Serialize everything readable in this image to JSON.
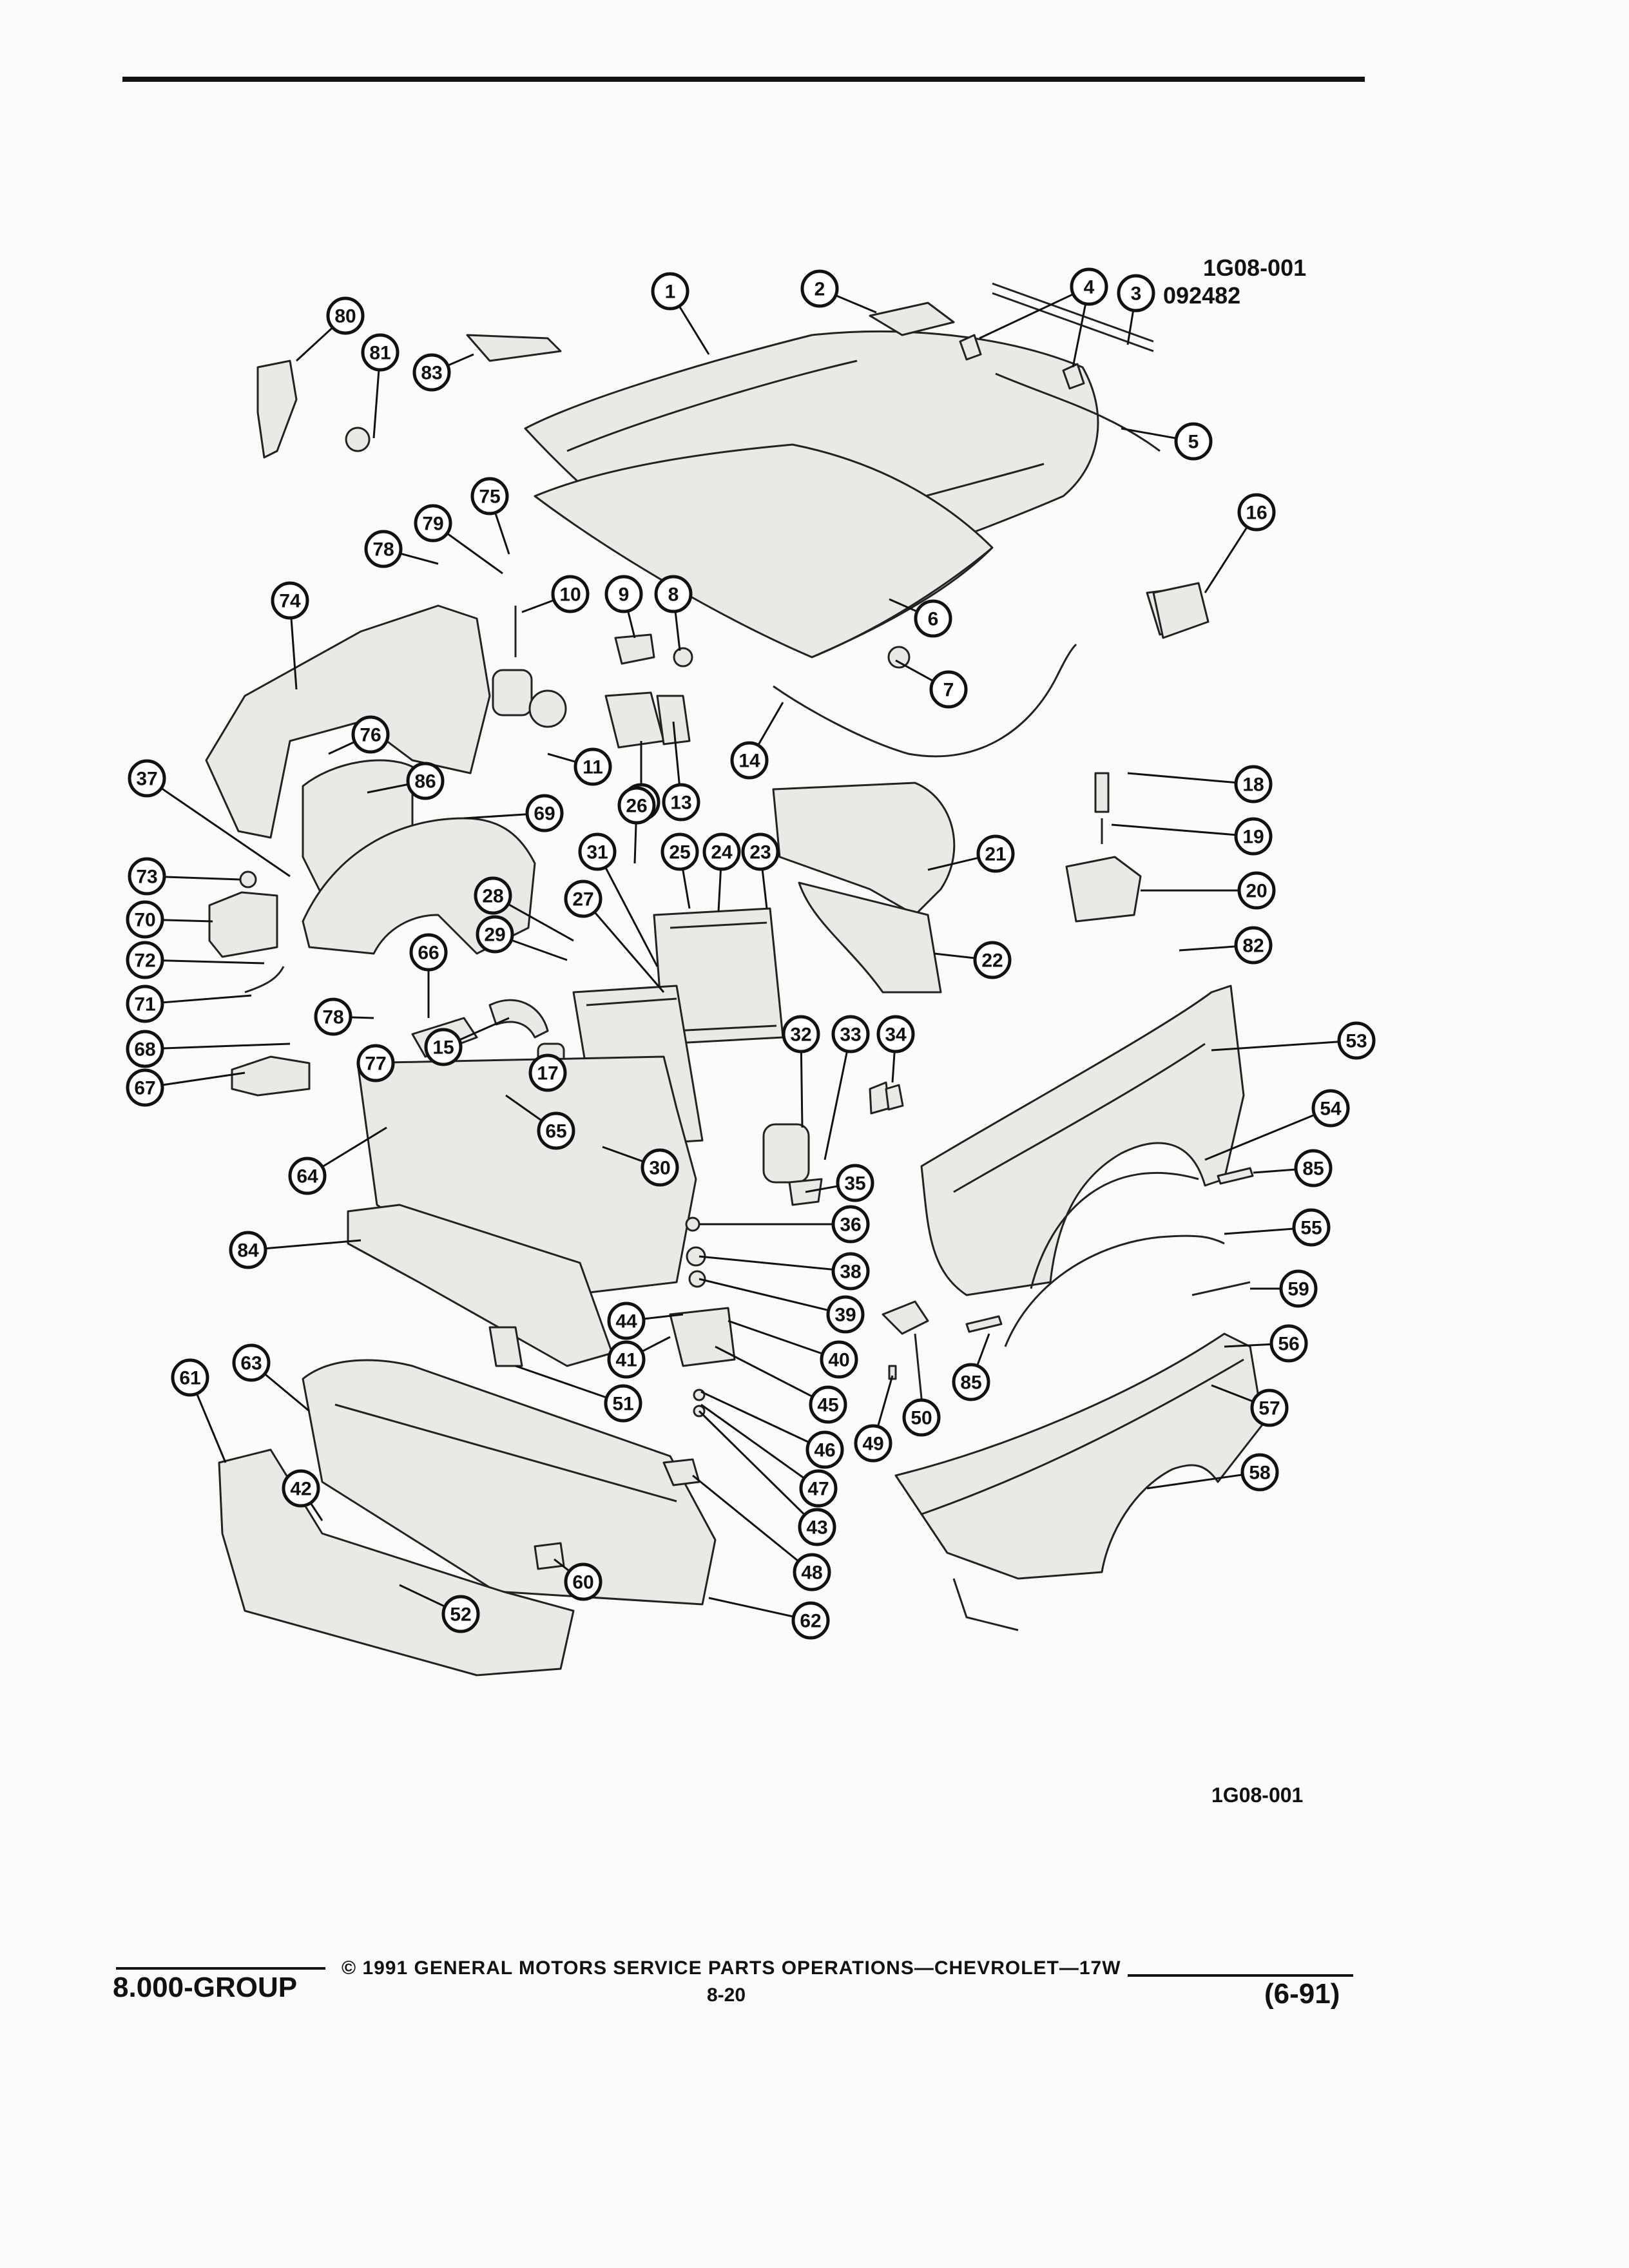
{
  "header": {
    "code_top": "1G08-001",
    "code_sub": "092482"
  },
  "figure": {
    "code_bottom": "1G08-001",
    "callouts": [
      {
        "n": "1"
      },
      {
        "n": "2"
      },
      {
        "n": "3"
      },
      {
        "n": "4"
      },
      {
        "n": "5"
      },
      {
        "n": "6"
      },
      {
        "n": "7"
      },
      {
        "n": "8"
      },
      {
        "n": "9"
      },
      {
        "n": "10"
      },
      {
        "n": "11"
      },
      {
        "n": "12"
      },
      {
        "n": "13"
      },
      {
        "n": "14"
      },
      {
        "n": "15"
      },
      {
        "n": "16"
      },
      {
        "n": "17"
      },
      {
        "n": "18"
      },
      {
        "n": "19"
      },
      {
        "n": "20"
      },
      {
        "n": "21"
      },
      {
        "n": "22"
      },
      {
        "n": "23"
      },
      {
        "n": "24"
      },
      {
        "n": "25"
      },
      {
        "n": "26"
      },
      {
        "n": "27"
      },
      {
        "n": "28"
      },
      {
        "n": "29"
      },
      {
        "n": "30"
      },
      {
        "n": "31"
      },
      {
        "n": "32"
      },
      {
        "n": "33"
      },
      {
        "n": "34"
      },
      {
        "n": "35"
      },
      {
        "n": "36"
      },
      {
        "n": "37"
      },
      {
        "n": "38"
      },
      {
        "n": "39"
      },
      {
        "n": "40"
      },
      {
        "n": "41"
      },
      {
        "n": "42"
      },
      {
        "n": "43"
      },
      {
        "n": "44"
      },
      {
        "n": "45"
      },
      {
        "n": "46"
      },
      {
        "n": "47"
      },
      {
        "n": "48"
      },
      {
        "n": "49"
      },
      {
        "n": "50"
      },
      {
        "n": "51"
      },
      {
        "n": "52"
      },
      {
        "n": "53"
      },
      {
        "n": "54"
      },
      {
        "n": "55"
      },
      {
        "n": "56"
      },
      {
        "n": "57"
      },
      {
        "n": "58"
      },
      {
        "n": "59"
      },
      {
        "n": "60"
      },
      {
        "n": "61"
      },
      {
        "n": "62"
      },
      {
        "n": "63"
      },
      {
        "n": "64"
      },
      {
        "n": "65"
      },
      {
        "n": "66"
      },
      {
        "n": "67"
      },
      {
        "n": "68"
      },
      {
        "n": "69"
      },
      {
        "n": "70"
      },
      {
        "n": "71"
      },
      {
        "n": "72"
      },
      {
        "n": "73"
      },
      {
        "n": "74"
      },
      {
        "n": "75"
      },
      {
        "n": "76"
      },
      {
        "n": "77"
      },
      {
        "n": "78"
      },
      {
        "n": "78"
      },
      {
        "n": "79"
      },
      {
        "n": "80"
      },
      {
        "n": "81"
      },
      {
        "n": "82"
      },
      {
        "n": "83"
      },
      {
        "n": "84"
      },
      {
        "n": "85"
      },
      {
        "n": "85"
      },
      {
        "n": "86"
      }
    ]
  },
  "footer": {
    "group": "8.000-GROUP",
    "copyright": "© 1991 GENERAL MOTORS SERVICE PARTS OPERATIONS—CHEVROLET—17W",
    "page": "8-20",
    "date": "(6-91)"
  }
}
